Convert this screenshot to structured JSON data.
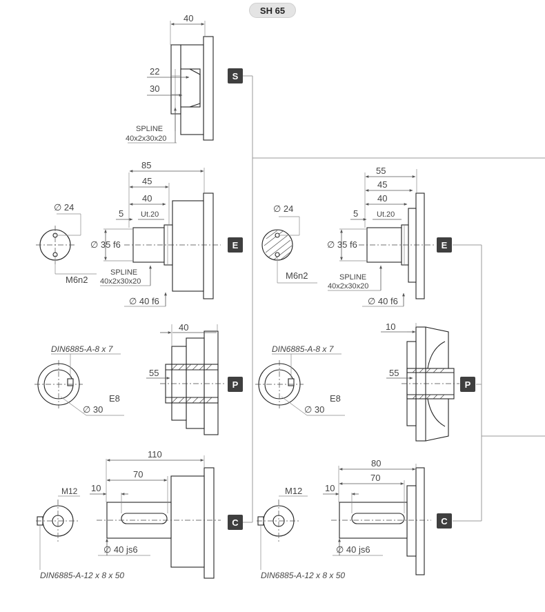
{
  "header": {
    "model": "SH 65"
  },
  "option_labels": {
    "s": "S",
    "e": "E",
    "p": "P",
    "c": "C"
  },
  "s_option": {
    "dim_40": "40",
    "dim_22": "22",
    "dim_30": "30",
    "spline_title": "SPLINE",
    "spline_spec": "40x2x30x20"
  },
  "e_option_left": {
    "dim_85": "85",
    "dim_45": "45",
    "dim_40": "40",
    "dim_5": "5",
    "dim_ut20": "Ut.20",
    "dia_24": "∅ 24",
    "dia_35f6": "∅ 35 f6",
    "thread": "M6n2",
    "spline_title": "SPLINE",
    "spline_spec": "40x2x30x20",
    "dia_40f6": "∅ 40 f6"
  },
  "e_option_right": {
    "dim_55": "55",
    "dim_45": "45",
    "dim_40": "40",
    "dim_5": "5",
    "dim_ut20": "Ut.20",
    "dia_24": "∅ 24",
    "dia_35f6": "∅ 35 f6",
    "thread": "M6n2",
    "spline_title": "SPLINE",
    "spline_spec": "40x2x30x20",
    "dia_40f6": "∅ 40 f6"
  },
  "p_option_left": {
    "key_spec": "DIN6885-A-8 x 7",
    "dim_40": "40",
    "dim_55": "55",
    "tol": "E8",
    "dia_30": "∅ 30"
  },
  "p_option_right": {
    "key_spec": "DIN6885-A-8 x 7",
    "dim_10": "10",
    "dim_55": "55",
    "tol": "E8",
    "dia_30": "∅ 30"
  },
  "c_option_left": {
    "thread": "M12",
    "dim_110": "110",
    "dim_70": "70",
    "dim_10": "10",
    "dia_40js6": "∅ 40 js6",
    "key_spec": "DIN6885-A-12 x 8 x 50"
  },
  "c_option_right": {
    "thread": "M12",
    "dim_80": "80",
    "dim_70": "70",
    "dim_10": "10",
    "dia_40js6": "∅ 40 js6",
    "key_spec": "DIN6885-A-12 x 8 x 50"
  }
}
